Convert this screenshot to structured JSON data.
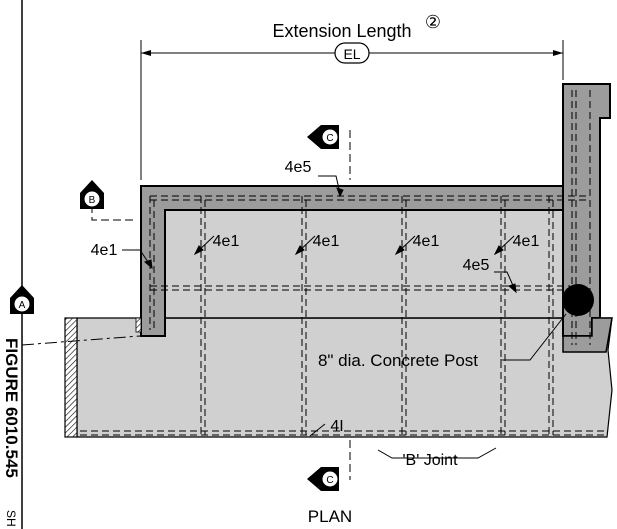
{
  "dimension": {
    "title": "Extension Length",
    "note_number": "②",
    "abbrev": "EL"
  },
  "section_markers": {
    "top": "C",
    "bottom": "C",
    "left_b": "B",
    "left_a": "A"
  },
  "rebar_labels": {
    "top_bar": "4e5",
    "left_bar": "4e1",
    "verticals": [
      "4e1",
      "4e1",
      "4e1",
      "4e1"
    ],
    "right_bar": "4e5",
    "bottom_bar": "4I"
  },
  "callouts": {
    "post": "8\" dia. Concrete Post",
    "joint": "'B' Joint"
  },
  "view_label": "PLAN",
  "figure_label": "FIGURE 6010.545",
  "sheet_label": "SH",
  "colors": {
    "fill_light": "#d0d0d0",
    "fill_dark": "#9c9c9c",
    "line": "#000000"
  }
}
